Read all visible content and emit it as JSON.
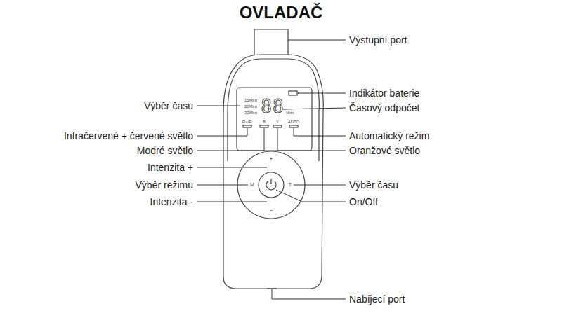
{
  "diagram": {
    "title": "OVLADAČ",
    "labels": [
      "Výstupní port",
      "Výběr času",
      "Indikátor baterie",
      "Časový odpočet",
      "Infračervené + červené světlo",
      "Automatický režim",
      "Modré světlo",
      "Oranžové světlo",
      "Intenzita +",
      "Výběr režimu",
      "Výběr času",
      "Intenzita -",
      "On/Off",
      "Nabíjecí port",
      "15Mim",
      "20Mim",
      "30Mim",
      "88",
      "Mim",
      "R+IR",
      "B",
      "Y",
      "AUTO",
      "+",
      "M",
      "T",
      "−"
    ]
  }
}
